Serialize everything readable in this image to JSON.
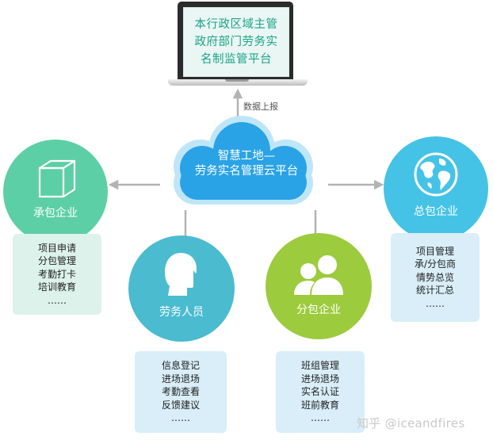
{
  "laptop": {
    "lines": [
      "本行政区域主管",
      "政府部门劳务实",
      "名制监管平台"
    ]
  },
  "report_label": "数据上报",
  "cloud": {
    "lines": [
      "智慧工地—",
      "劳务实名管理云平台"
    ]
  },
  "nodes": {
    "cheng": {
      "label": "承包企业",
      "icon": "box-icon",
      "color": "#5dcfa6",
      "items": [
        "项目申请",
        "分包管理",
        "考勤打卡",
        "培训教育",
        "……"
      ]
    },
    "zong": {
      "label": "总包企业",
      "icon": "globe-icon",
      "color": "#45c3e6",
      "items": [
        "项目管理",
        "承/分包商",
        "情势总览",
        "统计汇总",
        "……"
      ]
    },
    "lao": {
      "label": "劳务人员",
      "icon": "person-head-icon",
      "color": "#4bbbcf",
      "items": [
        "信息登记",
        "进场退场",
        "考勤查看",
        "反馈建议",
        "……"
      ]
    },
    "fen": {
      "label": "分包企业",
      "icon": "people-icon",
      "color": "#9ccb3d",
      "items": [
        "班组管理",
        "进场退场",
        "实名认证",
        "班前教育",
        "……"
      ]
    }
  },
  "watermark": "知乎 @iceandfires",
  "colors": {
    "arrow": "#b3b3b3",
    "cloud": "#2aa3e6",
    "cloud_rim": "#bfe6f8",
    "laptop_text": "#1aa389"
  }
}
